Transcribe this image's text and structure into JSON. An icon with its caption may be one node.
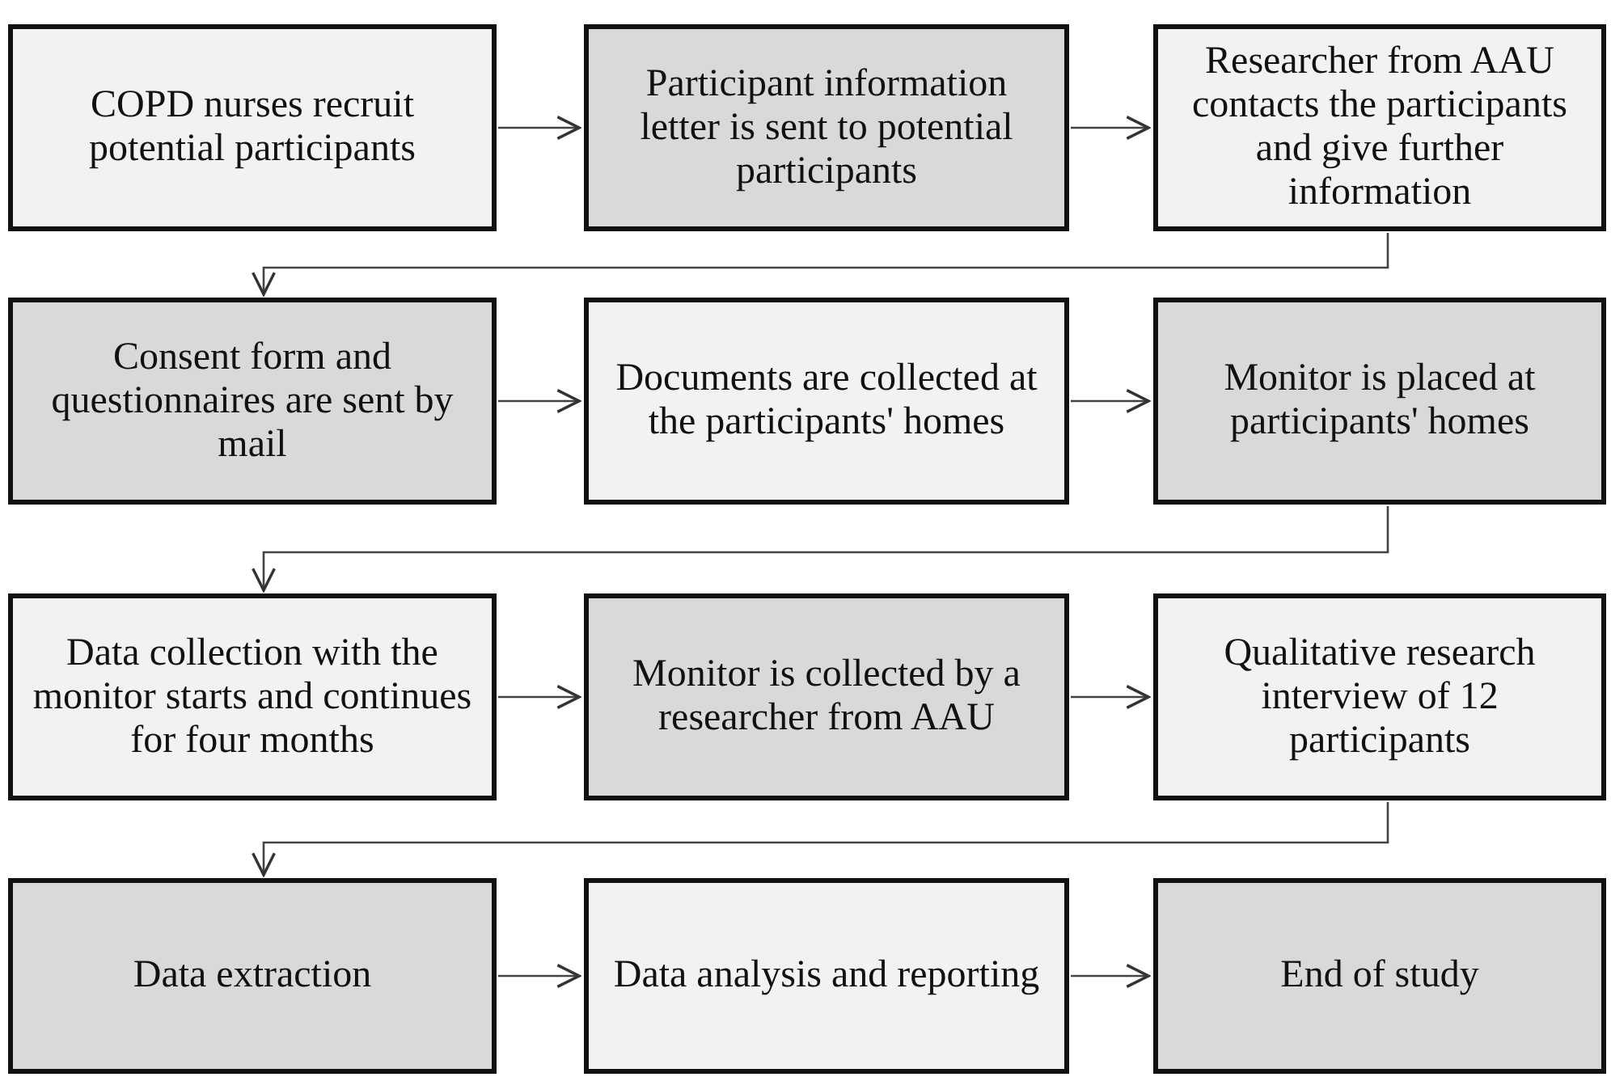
{
  "diagram": {
    "nodes": [
      {
        "text": [
          "COPD nurses recruit potential participants"
        ]
      },
      {
        "text": [
          "Participant information letter is sent to potential participants"
        ]
      },
      {
        "text": [
          "Researcher from AAU contacts the participants and give further information"
        ]
      },
      {
        "text": [
          "Consent form and questionnaires are sent by mail"
        ]
      },
      {
        "text": [
          "Documents are collected at the participants' homes"
        ]
      },
      {
        "text": [
          "Monitor is placed at participants' homes"
        ]
      },
      {
        "text": [
          "Data collection with the monitor starts and continues for four months"
        ]
      },
      {
        "text": [
          "Monitor is collected by a researcher from AAU"
        ]
      },
      {
        "text": [
          "Qualitative research interview of 12 participants"
        ]
      },
      {
        "text": [
          "Data extraction"
        ]
      },
      {
        "text": [
          "Data analysis and reporting"
        ]
      },
      {
        "text": [
          "End of study"
        ]
      }
    ],
    "edges": [
      {
        "from": 0,
        "to": 1,
        "arrow": "to"
      },
      {
        "from": 1,
        "to": 2,
        "arrow": "to"
      },
      {
        "from": 2,
        "to": 3,
        "arrow": "to"
      },
      {
        "from": 3,
        "to": 4,
        "arrow": "to"
      },
      {
        "from": 4,
        "to": 5,
        "arrow": "to"
      },
      {
        "from": 5,
        "to": 6,
        "arrow": "to"
      },
      {
        "from": 6,
        "to": 7,
        "arrow": "to"
      },
      {
        "from": 7,
        "to": 8,
        "arrow": "to"
      },
      {
        "from": 8,
        "to": 9,
        "arrow": "to"
      },
      {
        "from": 9,
        "to": 10,
        "arrow": "to"
      },
      {
        "from": 10,
        "to": 11,
        "arrow": "to"
      }
    ]
  }
}
